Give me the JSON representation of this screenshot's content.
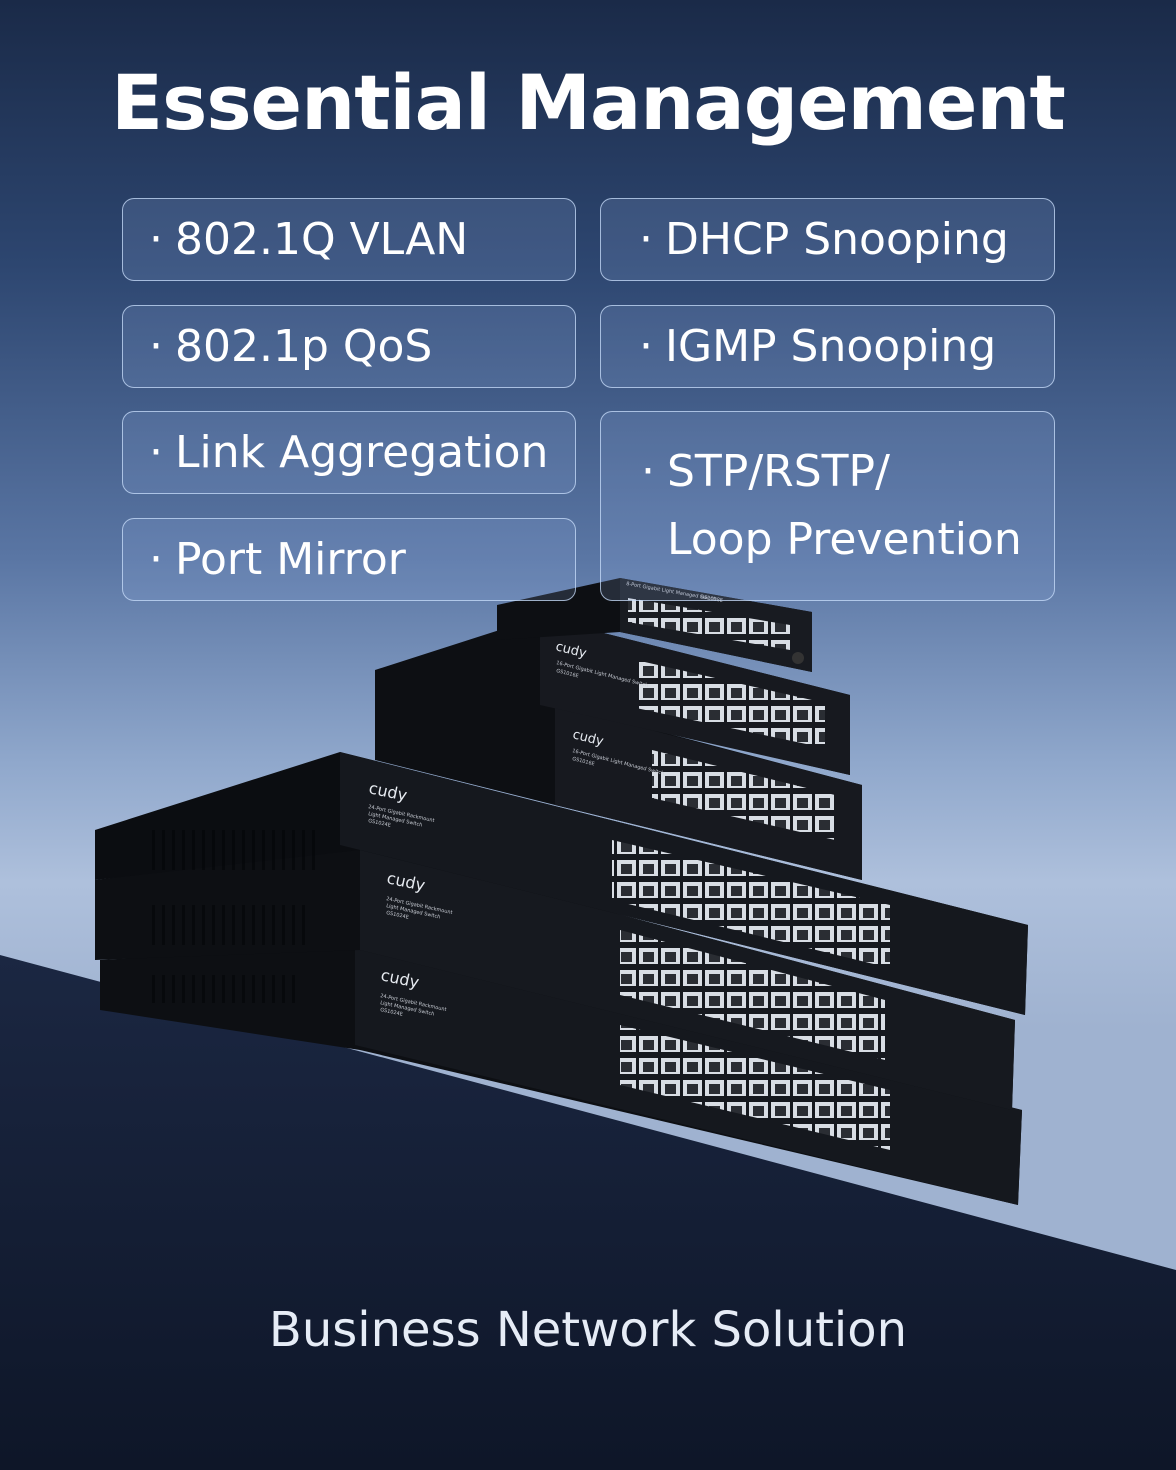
{
  "title": "Essential Management",
  "features": {
    "left": [
      "802.1Q VLAN",
      "802.1p QoS",
      "Link Aggregation",
      "Port Mirror"
    ],
    "right": [
      "DHCP Snooping",
      "IGMP Snooping"
    ],
    "stp_line1": "STP/RSTP/",
    "stp_line2": "Loop Prevention"
  },
  "bullet": "·",
  "product": {
    "brand": "cudy",
    "switch_8_label": "8-Port Gigabit Light Managed Switch",
    "switch_8_model": "GS1008E",
    "switch_16_label": "16-Port Gigabit Light Managed Switch",
    "switch_16_model": "GS1016E",
    "switch_24_label_1": "24-Port Gigabit Rackmount",
    "switch_24_label_2": "Light Managed Switch",
    "switch_24_model": "GS1024E"
  },
  "footer": "Business Network Solution",
  "colors": {
    "background_top": "#1a2a48",
    "background_mid": "#90a8cc",
    "floor": "#1a2640",
    "device": "#111318",
    "chip_border": "#c8dcfa"
  }
}
